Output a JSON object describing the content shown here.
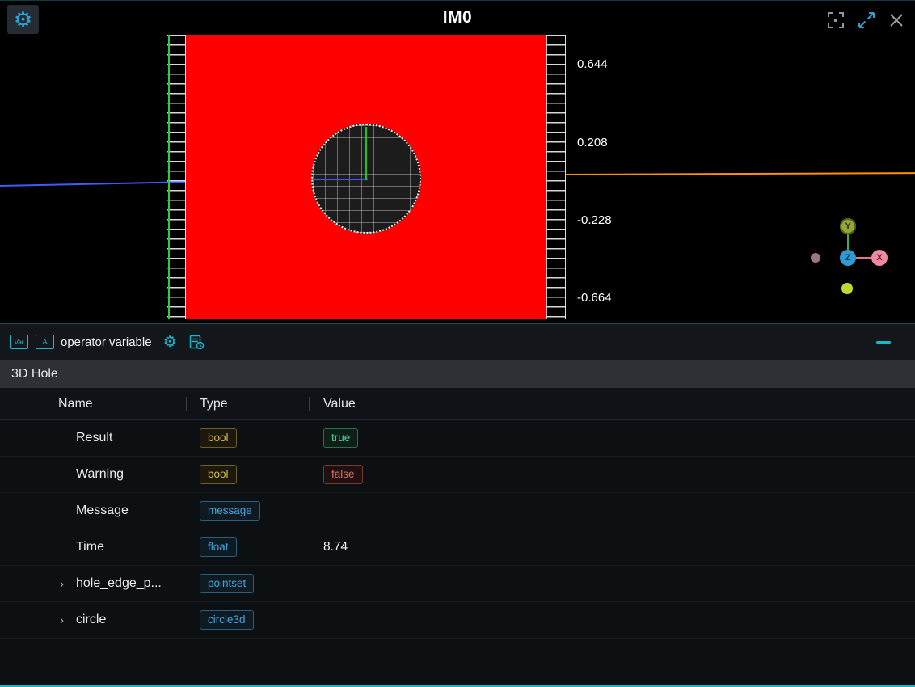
{
  "viewport": {
    "title": "IM0",
    "axis_labels": [
      "0.644",
      "0.208",
      "-0.228",
      "-0.664"
    ],
    "gizmo": {
      "x_label": "X",
      "y_label": "Y",
      "z_label": "Z"
    }
  },
  "toolbar": {
    "var_icon_label": "Var",
    "operator_icon_label": "A",
    "operator_variable_label": "operator variable"
  },
  "panel": {
    "section_title": "3D Hole",
    "columns": {
      "name": "Name",
      "type": "Type",
      "value": "Value"
    },
    "rows": [
      {
        "name": "Result",
        "type": "bool",
        "value": "true"
      },
      {
        "name": "Warning",
        "type": "bool",
        "value": "false"
      },
      {
        "name": "Message",
        "type": "message",
        "value": ""
      },
      {
        "name": "Time",
        "type": "float",
        "value": "8.74"
      },
      {
        "name": "hole_edge_p...",
        "type": "pointset",
        "value": ""
      },
      {
        "name": "circle",
        "type": "circle3d",
        "value": ""
      }
    ]
  },
  "icons": {
    "chevron": "›"
  },
  "colors": {
    "accent_cyan": "#17b8c9",
    "badge_bool": "#d8b84e",
    "badge_true": "#45d695",
    "badge_false": "#e56a62",
    "badge_type_blue": "#41a6dd",
    "red_plane": "#ff0000",
    "x_axis_line": "#ff9100",
    "blue_axis_line": "#3a5bff",
    "green_axis_line": "#19c819"
  }
}
